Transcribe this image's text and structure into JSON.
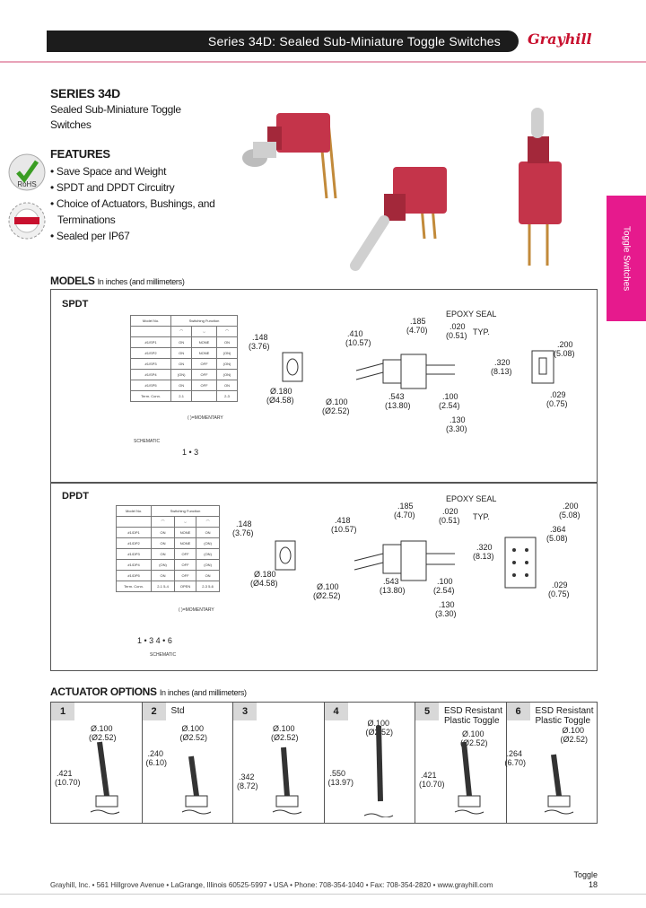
{
  "header": {
    "title": "Series 34D: Sealed Sub-Miniature Toggle Switches",
    "logo": "Grayhill"
  },
  "intro": {
    "series": "SERIES 34D",
    "subtitle": "Sealed Sub-Miniature Toggle Switches",
    "features_title": "FEATURES",
    "features": [
      "• Save Space and Weight",
      "• SPDT and DPDT Circuitry",
      "• Choice of Actuators, Bushings, and Terminations",
      "• Sealed per IP67"
    ],
    "rohs_badge": "RoHS"
  },
  "side_tab": "Toggle Switches",
  "models": {
    "title": "MODELS",
    "units": "In inches (and millimeters)",
    "spdt": {
      "label": "SPDT",
      "table_header": [
        "Model No.",
        "Switching Function"
      ],
      "rows": [
        [
          "Model No.",
          "",
          "",
          ""
        ],
        [
          "#1/SP1",
          "ON",
          "NONE",
          "ON"
        ],
        [
          "#1/SP2",
          "ON",
          "NONE",
          "(ON)"
        ],
        [
          "#1/SP3",
          "ON",
          "OFF",
          "(ON)"
        ],
        [
          "#1/SP4",
          "(ON)",
          "OFF",
          "(ON)"
        ],
        [
          "#1/SP5",
          "ON",
          "OFF",
          "ON"
        ],
        [
          "Term. Conn.",
          "2-1",
          "",
          "2-3"
        ]
      ],
      "momentary_note": "( )=MOMENTARY",
      "schematic_label": "SCHEMATIC",
      "schematic_pins": "1 • 3",
      "dims": {
        "d148": ".148",
        "d148mm": "(3.76)",
        "d410": ".410",
        "d410mm": "(10.57)",
        "d185": ".185",
        "d185mm": "(4.70)",
        "epoxy": "EPOXY SEAL",
        "d020": ".020",
        "d020mm": "(0.51)",
        "typ": "TYP.",
        "d200": ".200",
        "d200mm": "(5.08)",
        "d320": ".320",
        "d320mm": "(8.13)",
        "d029": ".029",
        "d029mm": "(0.75)",
        "dia180": "Ø.180",
        "dia180mm": "(Ø4.58)",
        "dia100": "Ø.100",
        "dia100mm": "(Ø2.52)",
        "d543": ".543",
        "d543mm": "(13.80)",
        "d100": ".100",
        "d100mm": "(2.54)",
        "d130": ".130",
        "d130mm": "(3.30)"
      }
    },
    "dpdt": {
      "label": "DPDT",
      "rows": [
        [
          "Model No.",
          "",
          "",
          ""
        ],
        [
          "#1/DP1",
          "ON",
          "NONE",
          "ON"
        ],
        [
          "#1/DP2",
          "ON",
          "NONE",
          "(ON)"
        ],
        [
          "#1/DP3",
          "ON",
          "OFF",
          "(ON)"
        ],
        [
          "#1/DP4",
          "(ON)",
          "OFF",
          "(ON)"
        ],
        [
          "#1/DP5",
          "ON",
          "OFF",
          "ON"
        ],
        [
          "Term. Conn.",
          "2-1 5-4",
          "OPEN",
          "2-3 5-6"
        ]
      ],
      "momentary_note": "( )=MOMENTARY",
      "schematic_label": "SCHEMATIC",
      "schematic_pins": "1 • 3  4 • 6",
      "dims": {
        "d148": ".148",
        "d148mm": "(3.76)",
        "d418": ".418",
        "d418mm": "(10.57)",
        "d185": ".185",
        "d185mm": "(4.70)",
        "epoxy": "EPOXY SEAL",
        "d020": ".020",
        "d020mm": "(0.51)",
        "typ": "TYP.",
        "d200": ".200",
        "d200mm": "(5.08)",
        "d364": ".364",
        "d364mm": "(5.08)",
        "d320": ".320",
        "d320mm": "(8.13)",
        "d029": ".029",
        "d029mm": "(0.75)",
        "dia180": "Ø.180",
        "dia180mm": "(Ø4.58)",
        "dia100": "Ø.100",
        "dia100mm": "(Ø2.52)",
        "d543": ".543",
        "d543mm": "(13.80)",
        "d100": ".100",
        "d100mm": "(2.54)",
        "d130": ".130",
        "d130mm": "(3.30)"
      }
    }
  },
  "actuators": {
    "title": "ACTUATOR  OPTIONS",
    "units": "In inches (and millimeters)",
    "options": [
      {
        "num": "1",
        "desc": "",
        "dia": "Ø.100",
        "dia_mm": "(Ø2.52)",
        "len": ".421",
        "len_mm": "(10.70)"
      },
      {
        "num": "2",
        "desc": "Std",
        "dia": "Ø.100",
        "dia_mm": "(Ø2.52)",
        "len": ".240",
        "len_mm": "(6.10)"
      },
      {
        "num": "3",
        "desc": "",
        "dia": "Ø.100",
        "dia_mm": "(Ø2.52)",
        "len": ".342",
        "len_mm": "(8.72)"
      },
      {
        "num": "4",
        "desc": "",
        "dia": "Ø.100",
        "dia_mm": "(Ø2.52)",
        "len": ".550",
        "len_mm": "(13.97)"
      },
      {
        "num": "5",
        "desc": "ESD Resistant Plastic Toggle",
        "dia": "Ø.100",
        "dia_mm": "(Ø2.52)",
        "len": ".421",
        "len_mm": "(10.70)"
      },
      {
        "num": "6",
        "desc": "ESD Resistant Plastic Toggle",
        "dia": "Ø.100",
        "dia_mm": "(Ø2.52)",
        "len": ".264",
        "len_mm": "(6.70)"
      }
    ]
  },
  "footer": {
    "address": "Grayhill, Inc. • 561 Hillgrove Avenue • LaGrange, Illinois  60525-5997 • USA • Phone: 708-354-1040 • Fax: 708-354-2820 • www.grayhill.com",
    "section": "Toggle",
    "page": "18"
  },
  "colors": {
    "accent": "#e61a8d",
    "brand": "#c8102e",
    "header": "#1c1c1c"
  }
}
